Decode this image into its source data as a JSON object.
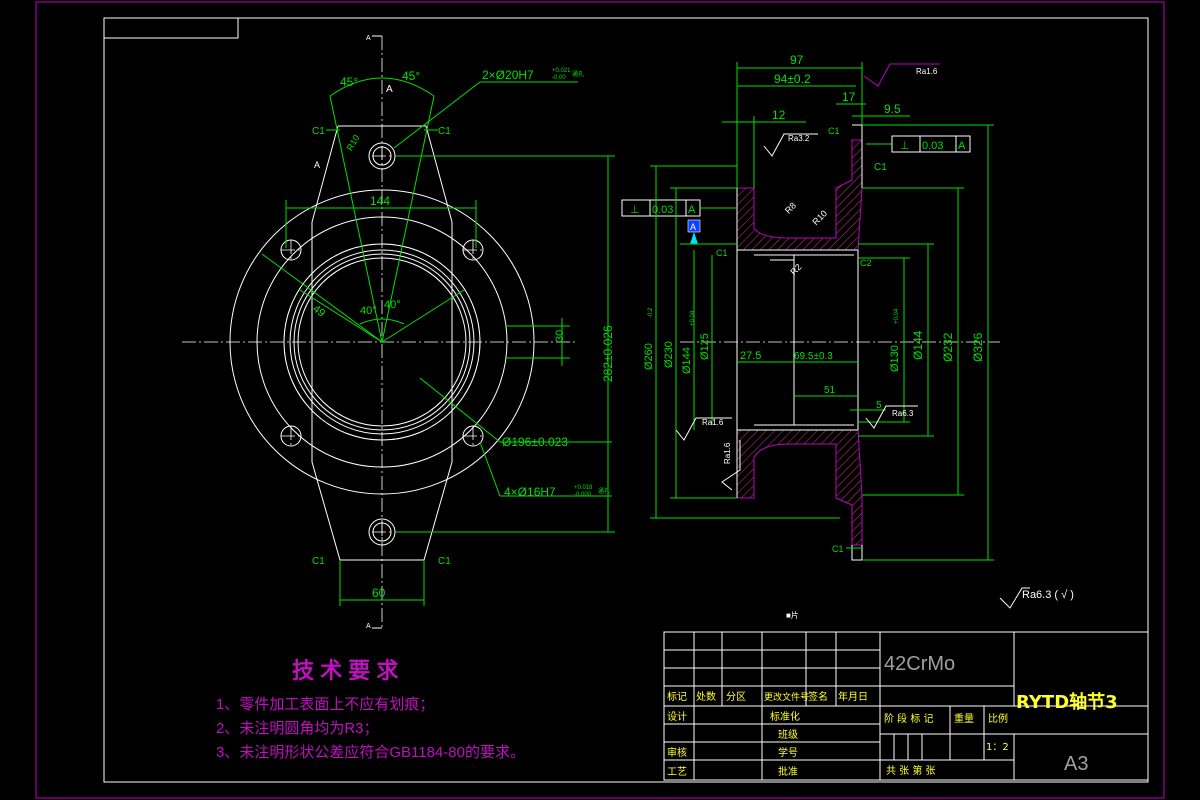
{
  "front_view": {
    "angle_left": "45°",
    "angle_right": "45°",
    "section_mark_top": "A",
    "section_mark_side": "A",
    "hole_callout_top": "2×Ø20H7",
    "hole_callout_top_tol_upper": "+0.021",
    "hole_callout_top_tol_lower": "-0.00",
    "hole_callout_top_depth": "通孔",
    "chamfer": "C1",
    "dim_r10": "R10",
    "dim_144": "144",
    "dim_49": "49",
    "angle_40a": "40°",
    "angle_40b": "40°",
    "dim_30": "30",
    "dim_282": "282±0.026",
    "dim_196": "Ø196±0.023",
    "hole_callout_bottom": "4×Ø16H7",
    "hole_callout_bottom_tol_upper": "+0.018",
    "hole_callout_bottom_tol_lower": "-0.000",
    "hole_callout_bottom_depth": "通孔",
    "dim_60": "60"
  },
  "section_view": {
    "dim_97": "97",
    "dim_94": "94±0.2",
    "dim_17": "17",
    "dim_9_5": "9.5",
    "dim_12": "12",
    "roughness_top": "Ra1.6",
    "roughness_web": "Ra3.2",
    "tol_frame_right": [
      "⊥",
      "0.03",
      "A"
    ],
    "tol_frame_left": [
      "⊥",
      "0.03",
      "A"
    ],
    "datum": "A",
    "chamfer": "C1",
    "chamfer2": "C2",
    "dim_r8": "R8",
    "dim_r10": "R10",
    "dim_r2": "R2",
    "dim_260": "Ø260",
    "dim_260_tol": "-0.2",
    "dim_230": "Ø230",
    "dim_144_bore": "Ø144",
    "dim_144_bore_tol": "+0.04",
    "dim_125": "Ø125",
    "dim_27_5": "27.5",
    "dim_69_5": "69.5±0.3",
    "dim_51": "51",
    "dim_5": "5",
    "dim_130": "Ø130",
    "dim_130_tol": "+0.04",
    "dim_144_right": "Ø144",
    "dim_232": "Ø232",
    "dim_326": "Ø326",
    "roughness_inner": "Ra1.6",
    "roughness_right": "Ra6.3",
    "roughness_bottom": "Ra1.6",
    "general_roughness": "Ra6.3 (  √  )"
  },
  "small_label": "■片",
  "tech_req": {
    "title": "技 术 要 求",
    "items": [
      "1、零件加工表面上不应有划痕；",
      "2、未注明圆角均为R3；",
      "3、未注明形状公差应符合GB1184-80的要求。"
    ]
  },
  "title_block": {
    "material": "42CrMo",
    "part_name": "RYTD轴节3",
    "sheet_size": "A3",
    "scale": "1：2",
    "labels": {
      "mark": "标记",
      "count": "处数",
      "zone": "分区",
      "change_doc": "更改文件号",
      "sign": "签名",
      "date": "年月日",
      "design": "设计",
      "standardize": "标准化",
      "class": "班级",
      "review": "审核",
      "student_no": "学号",
      "process": "工艺",
      "approve": "批准",
      "stage_mark": "阶 段 标 记",
      "weight": "重量",
      "ratio": "比例",
      "total_sheets": "共    张  第    张"
    }
  },
  "colors": {
    "background": "#000000",
    "geometry": "#ffffff",
    "dimension": "#00e000",
    "annotation": "#c000c0",
    "title_text": "#ffff30"
  }
}
